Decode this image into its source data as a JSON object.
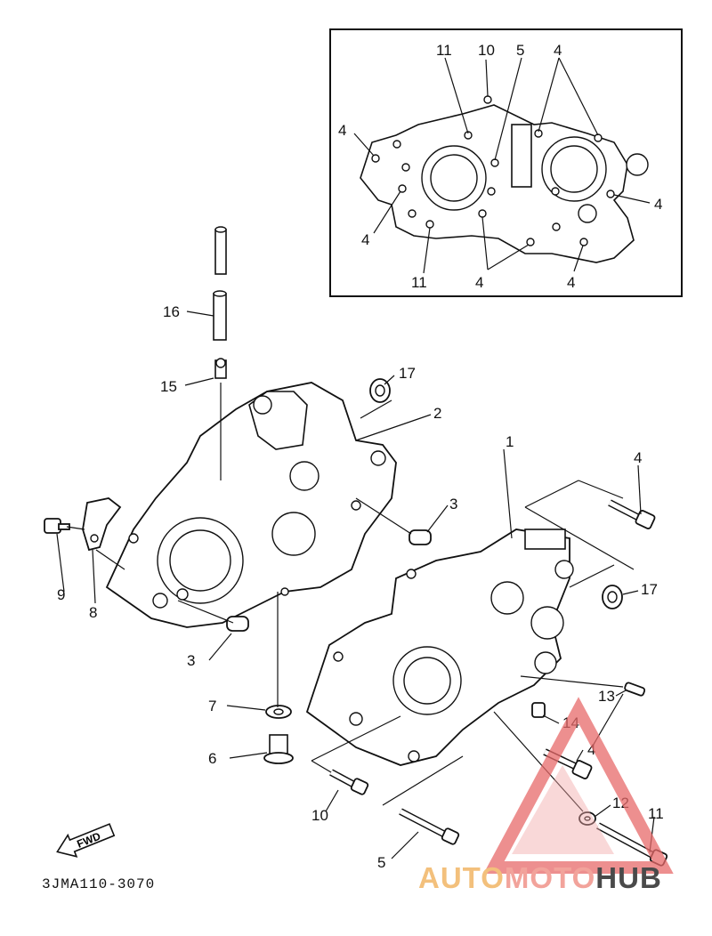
{
  "drawing_code": "3JMA110-3070",
  "fwd_label": "FWD",
  "watermark": {
    "part1": "AUTO",
    "part2": "MOTO",
    "part3": "HUB",
    "colors": {
      "part1": "#f3c07c",
      "part2": "#f2a39b",
      "part3": "#4a4a4a",
      "triangle": "#e86a6a"
    }
  },
  "inset_callouts": {
    "a": "11",
    "b": "10",
    "c": "5",
    "d": "4",
    "e": "4",
    "f": "4",
    "g": "4",
    "h": "11",
    "i": "4",
    "j": "4"
  },
  "callouts": {
    "c1": "1",
    "c2": "2",
    "c3a": "3",
    "c3b": "3",
    "c4a": "4",
    "c4b": "4",
    "c5": "5",
    "c6": "6",
    "c7": "7",
    "c8": "8",
    "c9": "9",
    "c10": "10",
    "c11": "11",
    "c12": "12",
    "c13": "13",
    "c14": "14",
    "c15": "15",
    "c16": "16",
    "c17a": "17",
    "c17b": "17"
  }
}
